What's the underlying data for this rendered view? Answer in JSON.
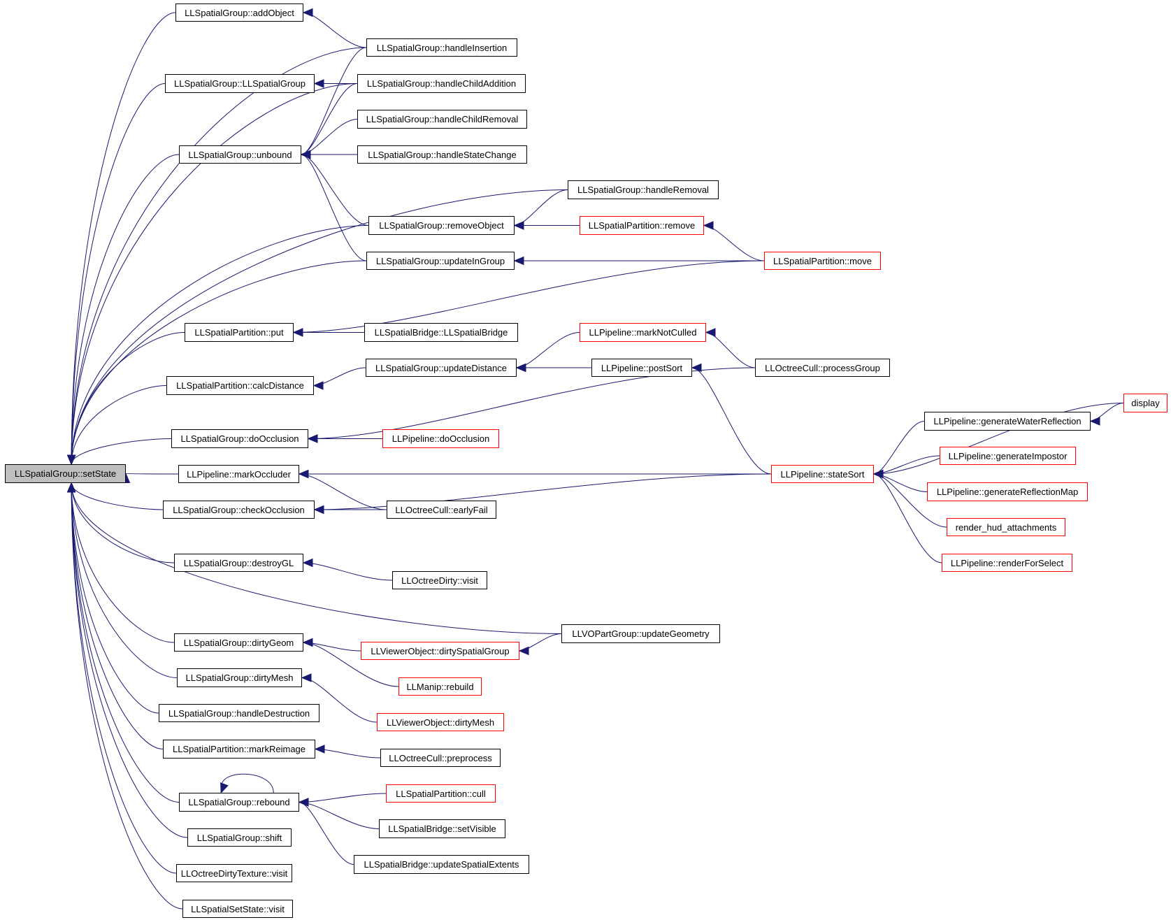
{
  "graph": {
    "edge_color": "#191970",
    "colors": {
      "normal": "#000000",
      "partial": "#ff0000",
      "root_fill": "#bfbfbf"
    },
    "nodes": [
      {
        "id": "setState",
        "label": "LLSpatialGroup::setState",
        "style": "root"
      },
      {
        "id": "addObject",
        "label": "LLSpatialGroup::addObject",
        "style": "normal"
      },
      {
        "id": "handleInsertion",
        "label": "LLSpatialGroup::handleInsertion",
        "style": "normal"
      },
      {
        "id": "ctorGroup",
        "label": "LLSpatialGroup::LLSpatialGroup",
        "style": "normal"
      },
      {
        "id": "handleChildAddition",
        "label": "LLSpatialGroup::handleChildAddition",
        "style": "normal"
      },
      {
        "id": "handleChildRemoval",
        "label": "LLSpatialGroup::handleChildRemoval",
        "style": "normal"
      },
      {
        "id": "unbound",
        "label": "LLSpatialGroup::unbound",
        "style": "normal"
      },
      {
        "id": "handleStateChange",
        "label": "LLSpatialGroup::handleStateChange",
        "style": "normal"
      },
      {
        "id": "handleRemoval",
        "label": "LLSpatialGroup::handleRemoval",
        "style": "normal"
      },
      {
        "id": "removeObject",
        "label": "LLSpatialGroup::removeObject",
        "style": "normal"
      },
      {
        "id": "partRemove",
        "label": "LLSpatialPartition::remove",
        "style": "partial"
      },
      {
        "id": "updateInGroup",
        "label": "LLSpatialGroup::updateInGroup",
        "style": "normal"
      },
      {
        "id": "partMove",
        "label": "LLSpatialPartition::move",
        "style": "partial"
      },
      {
        "id": "partPut",
        "label": "LLSpatialPartition::put",
        "style": "normal"
      },
      {
        "id": "bridgeCtor",
        "label": "LLSpatialBridge::LLSpatialBridge",
        "style": "normal"
      },
      {
        "id": "markNotCulled",
        "label": "LLPipeline::markNotCulled",
        "style": "partial"
      },
      {
        "id": "calcDistance",
        "label": "LLSpatialPartition::calcDistance",
        "style": "normal"
      },
      {
        "id": "updateDistance",
        "label": "LLSpatialGroup::updateDistance",
        "style": "normal"
      },
      {
        "id": "postSort",
        "label": "LLPipeline::postSort",
        "style": "normal"
      },
      {
        "id": "processGroup",
        "label": "LLOctreeCull::processGroup",
        "style": "normal"
      },
      {
        "id": "display",
        "label": "display",
        "style": "partial"
      },
      {
        "id": "genWater",
        "label": "LLPipeline::generateWaterReflection",
        "style": "normal"
      },
      {
        "id": "groupDoOcclusion",
        "label": "LLSpatialGroup::doOcclusion",
        "style": "normal"
      },
      {
        "id": "pipeDoOcclusion",
        "label": "LLPipeline::doOcclusion",
        "style": "partial"
      },
      {
        "id": "genImpostor",
        "label": "LLPipeline::generateImpostor",
        "style": "partial"
      },
      {
        "id": "markOccluder",
        "label": "LLPipeline::markOccluder",
        "style": "normal"
      },
      {
        "id": "stateSort",
        "label": "LLPipeline::stateSort",
        "style": "partial"
      },
      {
        "id": "genReflMap",
        "label": "LLPipeline::generateReflectionMap",
        "style": "partial"
      },
      {
        "id": "checkOcclusion",
        "label": "LLSpatialGroup::checkOcclusion",
        "style": "normal"
      },
      {
        "id": "earlyFail",
        "label": "LLOctreeCull::earlyFail",
        "style": "normal"
      },
      {
        "id": "renderHud",
        "label": "render_hud_attachments",
        "style": "partial"
      },
      {
        "id": "renderForSelect",
        "label": "LLPipeline::renderForSelect",
        "style": "partial"
      },
      {
        "id": "destroyGL",
        "label": "LLSpatialGroup::destroyGL",
        "style": "normal"
      },
      {
        "id": "octreeDirtyVisit",
        "label": "LLOctreeDirty::visit",
        "style": "normal"
      },
      {
        "id": "updateGeometry",
        "label": "LLVOPartGroup::updateGeometry",
        "style": "normal"
      },
      {
        "id": "dirtyGeom",
        "label": "LLSpatialGroup::dirtyGeom",
        "style": "normal"
      },
      {
        "id": "dirtySpatialGroup",
        "label": "LLViewerObject::dirtySpatialGroup",
        "style": "partial"
      },
      {
        "id": "manipRebuild",
        "label": "LLManip::rebuild",
        "style": "partial"
      },
      {
        "id": "dirtyMeshGroup",
        "label": "LLSpatialGroup::dirtyMesh",
        "style": "normal"
      },
      {
        "id": "handleDestruction",
        "label": "LLSpatialGroup::handleDestruction",
        "style": "normal"
      },
      {
        "id": "viewerDirtyMesh",
        "label": "LLViewerObject::dirtyMesh",
        "style": "partial"
      },
      {
        "id": "markReimage",
        "label": "LLSpatialPartition::markReimage",
        "style": "normal"
      },
      {
        "id": "preprocess",
        "label": "LLOctreeCull::preprocess",
        "style": "normal"
      },
      {
        "id": "partCull",
        "label": "LLSpatialPartition::cull",
        "style": "partial"
      },
      {
        "id": "rebound",
        "label": "LLSpatialGroup::rebound",
        "style": "normal"
      },
      {
        "id": "setVisible",
        "label": "LLSpatialBridge::setVisible",
        "style": "normal"
      },
      {
        "id": "shift",
        "label": "LLSpatialGroup::shift",
        "style": "normal"
      },
      {
        "id": "updateSpatialExtents",
        "label": "LLSpatialBridge::updateSpatialExtents",
        "style": "normal"
      },
      {
        "id": "dirtyTextureVisit",
        "label": "LLOctreeDirtyTexture::visit",
        "style": "normal"
      },
      {
        "id": "setStateVisit",
        "label": "LLSpatialSetState::visit",
        "style": "normal"
      }
    ],
    "edges": [
      [
        "addObject",
        "setState"
      ],
      [
        "handleInsertion",
        "setState"
      ],
      [
        "ctorGroup",
        "setState"
      ],
      [
        "handleChildAddition",
        "setState"
      ],
      [
        "unbound",
        "setState"
      ],
      [
        "handleRemoval",
        "setState"
      ],
      [
        "removeObject",
        "setState"
      ],
      [
        "updateInGroup",
        "setState"
      ],
      [
        "partPut",
        "setState"
      ],
      [
        "calcDistance",
        "setState"
      ],
      [
        "groupDoOcclusion",
        "setState"
      ],
      [
        "markOccluder",
        "setState"
      ],
      [
        "checkOcclusion",
        "setState"
      ],
      [
        "destroyGL",
        "setState"
      ],
      [
        "updateGeometry",
        "setState"
      ],
      [
        "dirtyGeom",
        "setState"
      ],
      [
        "dirtyMeshGroup",
        "setState"
      ],
      [
        "handleDestruction",
        "setState"
      ],
      [
        "markReimage",
        "setState"
      ],
      [
        "rebound",
        "setState"
      ],
      [
        "shift",
        "setState"
      ],
      [
        "dirtyTextureVisit",
        "setState"
      ],
      [
        "setStateVisit",
        "setState"
      ],
      [
        "handleInsertion",
        "addObject"
      ],
      [
        "handleChildAddition",
        "ctorGroup"
      ],
      [
        "handleInsertion",
        "unbound"
      ],
      [
        "handleChildAddition",
        "unbound"
      ],
      [
        "handleChildRemoval",
        "unbound"
      ],
      [
        "handleStateChange",
        "unbound"
      ],
      [
        "removeObject",
        "unbound"
      ],
      [
        "updateInGroup",
        "unbound"
      ],
      [
        "handleRemoval",
        "removeObject"
      ],
      [
        "partRemove",
        "removeObject"
      ],
      [
        "partMove",
        "partRemove"
      ],
      [
        "partMove",
        "updateInGroup"
      ],
      [
        "partMove",
        "partPut"
      ],
      [
        "bridgeCtor",
        "partPut"
      ],
      [
        "updateDistance",
        "calcDistance"
      ],
      [
        "markNotCulled",
        "updateDistance"
      ],
      [
        "postSort",
        "updateDistance"
      ],
      [
        "processGroup",
        "markNotCulled"
      ],
      [
        "stateSort",
        "postSort"
      ],
      [
        "processGroup",
        "groupDoOcclusion"
      ],
      [
        "pipeDoOcclusion",
        "groupDoOcclusion"
      ],
      [
        "stateSort",
        "markOccluder"
      ],
      [
        "earlyFail",
        "markOccluder"
      ],
      [
        "earlyFail",
        "checkOcclusion"
      ],
      [
        "stateSort",
        "checkOcclusion"
      ],
      [
        "display",
        "stateSort"
      ],
      [
        "display",
        "genWater"
      ],
      [
        "genWater",
        "stateSort"
      ],
      [
        "genImpostor",
        "stateSort"
      ],
      [
        "genReflMap",
        "stateSort"
      ],
      [
        "renderHud",
        "stateSort"
      ],
      [
        "renderForSelect",
        "stateSort"
      ],
      [
        "octreeDirtyVisit",
        "destroyGL"
      ],
      [
        "updateGeometry",
        "dirtySpatialGroup"
      ],
      [
        "dirtySpatialGroup",
        "dirtyGeom"
      ],
      [
        "manipRebuild",
        "dirtyGeom"
      ],
      [
        "viewerDirtyMesh",
        "dirtyMeshGroup"
      ],
      [
        "preprocess",
        "markReimage"
      ],
      [
        "rebound",
        "rebound"
      ],
      [
        "partCull",
        "rebound"
      ],
      [
        "setVisible",
        "rebound"
      ],
      [
        "updateSpatialExtents",
        "rebound"
      ]
    ]
  }
}
